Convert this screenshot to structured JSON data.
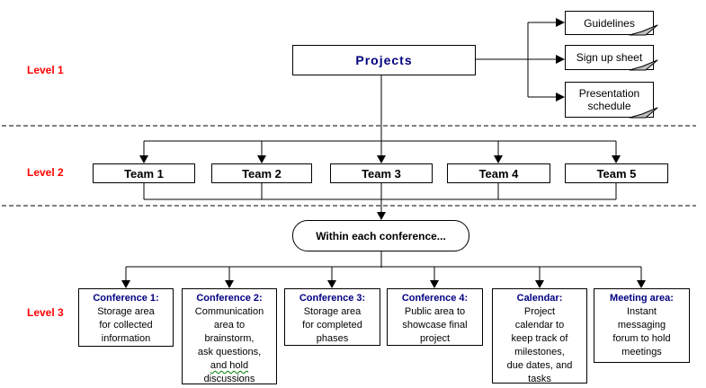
{
  "diagram": {
    "levels": [
      {
        "label": "Level 1"
      },
      {
        "label": "Level 2"
      },
      {
        "label": "Level 3"
      }
    ],
    "root": {
      "title": "Projects"
    },
    "notes": [
      {
        "label": "Guidelines"
      },
      {
        "label": "Sign up sheet"
      },
      {
        "label": "Presentation\nschedule"
      }
    ],
    "teams": [
      {
        "label": "Team 1"
      },
      {
        "label": "Team 2"
      },
      {
        "label": "Team 3"
      },
      {
        "label": "Team 4"
      },
      {
        "label": "Team 5"
      }
    ],
    "conference_intro": "Within each conference...",
    "areas": [
      {
        "title": "Conference 1:",
        "body": "Storage area\nfor collected\ninformation"
      },
      {
        "title": "Conference 2:",
        "body_pre": "Communication\narea to\nbrainstorm,\nask questions,\n",
        "body_flagged": "and hold",
        "body_post": "\ndiscussions"
      },
      {
        "title": "Conference 3:",
        "body": "Storage area\nfor completed\nphases"
      },
      {
        "title": "Conference 4:",
        "body": "Public area to\nshowcase final\nproject"
      },
      {
        "title": "Calendar:",
        "body": "Project\ncalendar to\nkeep track of\nmilestones,\ndue dates, and\ntasks"
      },
      {
        "title": "Meeting area:",
        "body": "Instant\nmessaging\nforum to hold\nmeetings"
      }
    ],
    "colors": {
      "level_label": "#ff0000",
      "node_title": "#000080",
      "body_text": "#000000",
      "line": "#000000",
      "note_fold": "#c0c0c0",
      "spellcheck_underline": "#008000"
    }
  }
}
